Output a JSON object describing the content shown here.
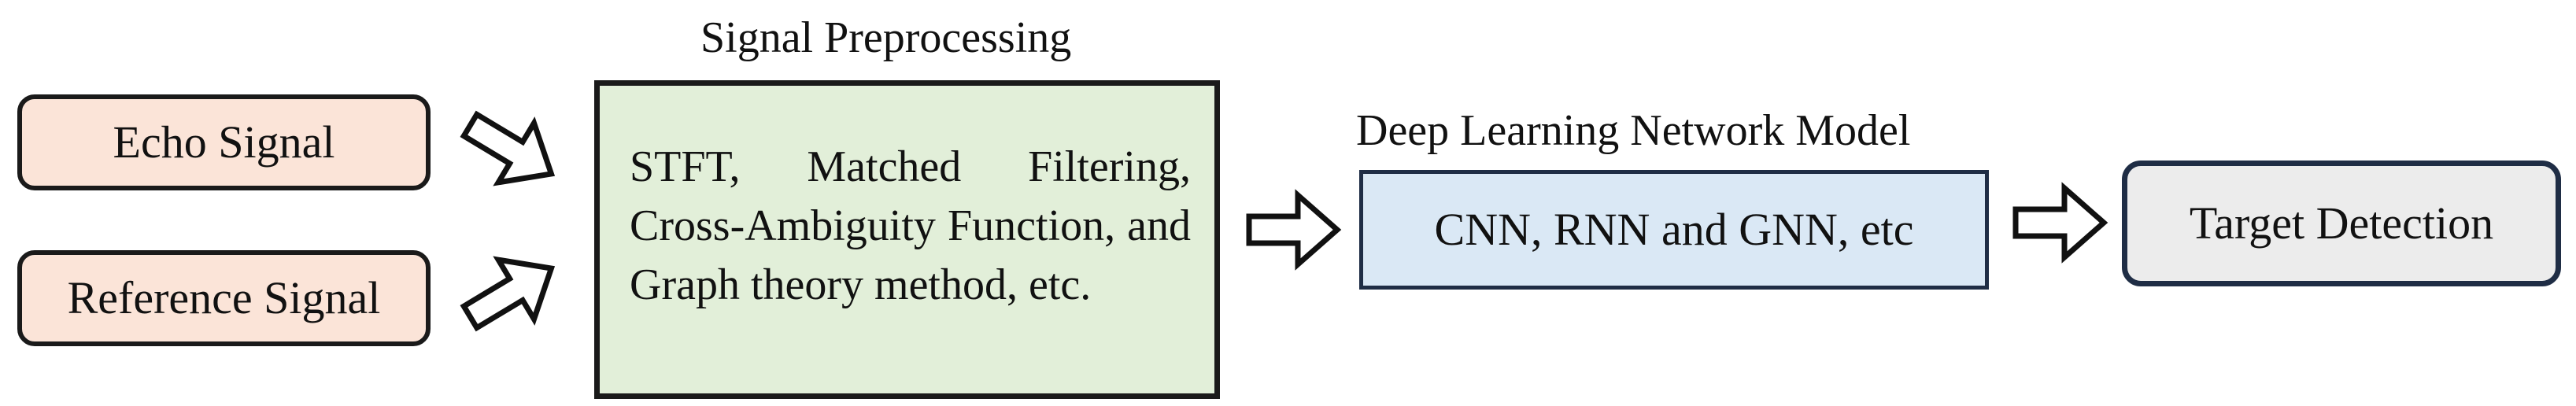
{
  "inputs": {
    "echo_label": "Echo Signal",
    "reference_label": "Reference Signal"
  },
  "preprocessing": {
    "caption": "Signal Preprocessing",
    "methods": "STFT, Matched Filtering, Cross-Ambiguity Function, and Graph theory method, etc."
  },
  "model": {
    "caption": "Deep Learning Network Model",
    "label": "CNN, RNN and GNN, etc"
  },
  "output": {
    "label": "Target Detection"
  },
  "colors": {
    "input_fill": "#fbe4d8",
    "preprocessing_fill": "#e2efd9",
    "model_fill": "#dae8f5",
    "output_fill": "#ececec"
  }
}
